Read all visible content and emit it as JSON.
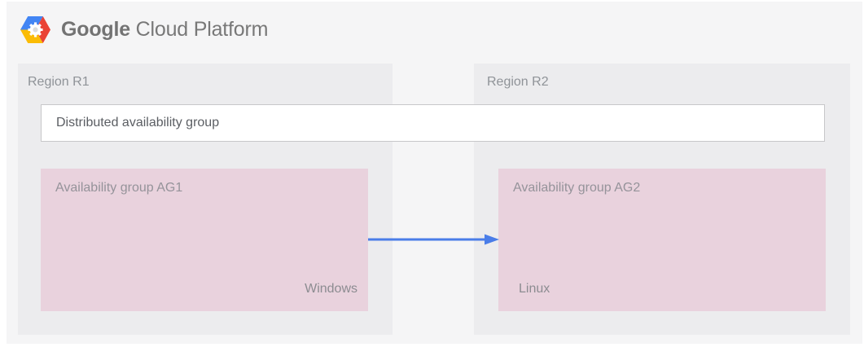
{
  "header": {
    "logo_icon": "gcp-hexagon-logo",
    "brand_primary": "Google",
    "brand_secondary": "Cloud Platform"
  },
  "regions": [
    {
      "label": "Region R1"
    },
    {
      "label": "Region R2"
    }
  ],
  "distributed_availability_group": {
    "label": "Distributed availability group"
  },
  "availability_groups": [
    {
      "label": "Availability group AG1",
      "os_label": "Windows"
    },
    {
      "label": "Availability group AG2",
      "os_label": "Linux"
    }
  ],
  "connector": {
    "type": "arrow-right",
    "color": "#4a7de8"
  },
  "colors": {
    "canvas_bg": "#f5f5f6",
    "region_bg": "#ececee",
    "availability_group_bg": "#e9d2dd",
    "dag_box_border": "#c7c7c9",
    "arrow_blue": "#4a7de8",
    "logo_blue": "#4285f4",
    "logo_red": "#ea4335",
    "logo_yellow": "#fbbc05",
    "text_gray": "#8f9398"
  }
}
